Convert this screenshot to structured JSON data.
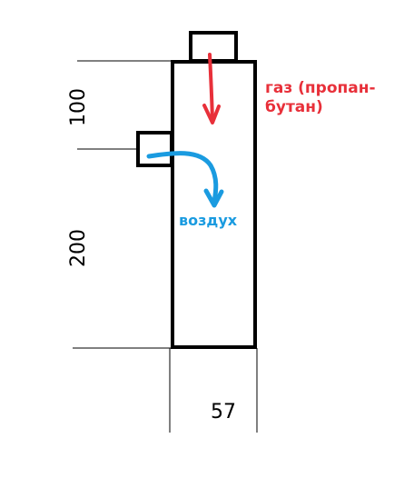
{
  "dimensions": {
    "top_section": "100",
    "bottom_section": "200",
    "width": "57"
  },
  "labels": {
    "gas_line1": "газ (пропан-",
    "gas_line2": "бутан)",
    "air": "воздух"
  },
  "colors": {
    "outline": "#000000",
    "gas_arrow": "#e8303a",
    "air_arrow": "#1a9be0"
  }
}
